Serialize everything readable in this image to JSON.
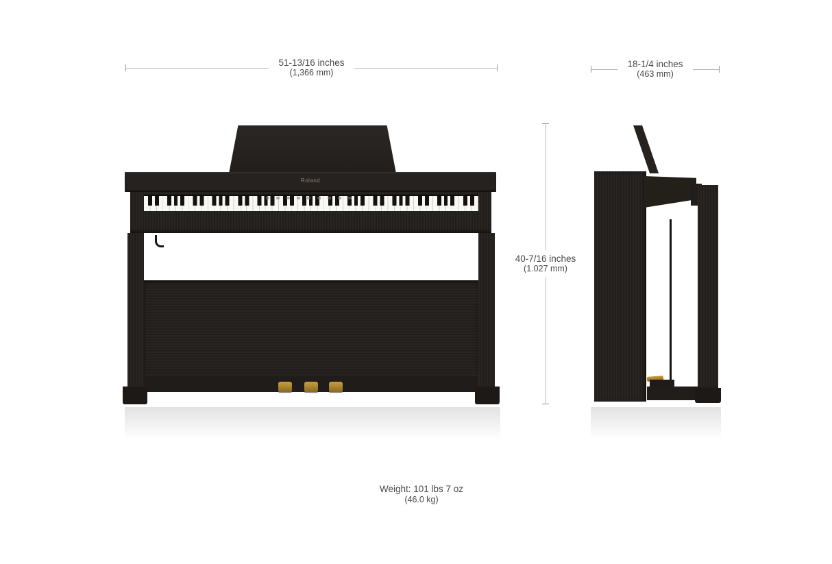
{
  "annotations": {
    "width": {
      "primary": "51-13/16 inches",
      "secondary": "(1,366 mm)"
    },
    "depth": {
      "primary": "18-1/4 inches",
      "secondary": "(463 mm)"
    },
    "height": {
      "primary": "40-7/16 inches",
      "secondary": "(1.027 mm)"
    },
    "weight": {
      "primary": "Weight: 101 lbs 7 oz",
      "secondary": "(46.0 kg)"
    }
  },
  "piano": {
    "brand_logo": "Roland"
  },
  "colors": {
    "body": "#24201d",
    "lid": "#262220",
    "pedal_brass": "#a8842f",
    "dimension_line": "#b5b5b5",
    "text": "#474747",
    "background": "#ffffff"
  }
}
